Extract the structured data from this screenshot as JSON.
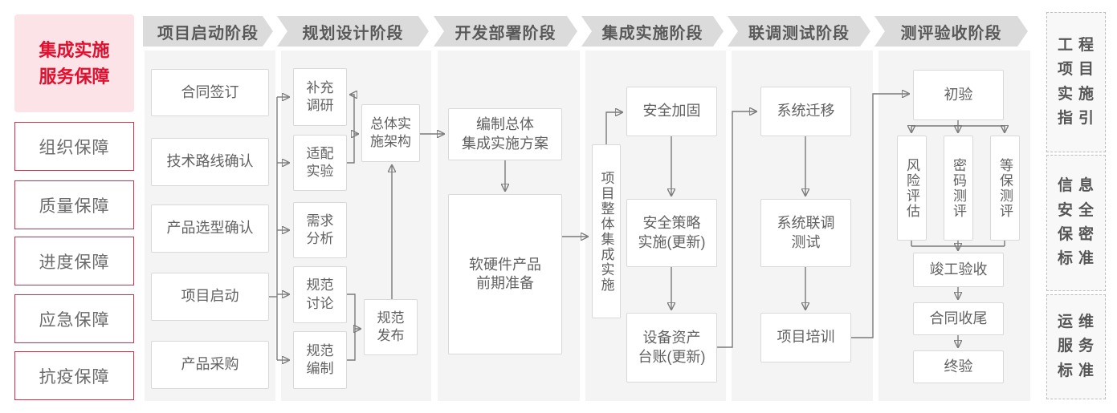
{
  "sidebar": {
    "title_text": "集成实施服务保障",
    "title_display": "集成实施\n服务保障",
    "items": [
      "组织保障",
      "质量保障",
      "进度保障",
      "应急保障",
      "抗疫保障"
    ]
  },
  "phases": [
    {
      "label": "项目启动阶段",
      "boxes": [
        "合同签订",
        "技术路线确认",
        "产品选型确认",
        "项目启动",
        "产品采购"
      ]
    },
    {
      "label": "规划设计阶段",
      "boxes": [
        "补充\n调研",
        "适配\n实验",
        "需求\n分析",
        "规范\n讨论",
        "规范\n编制",
        "总体实\n施架构",
        "规范\n发布"
      ]
    },
    {
      "label": "开发部署阶段",
      "boxes": [
        "编制总体\n集成实施方案",
        "软硬件产品\n前期准备"
      ]
    },
    {
      "label": "集成实施阶段",
      "boxes": [
        "项目整体集成实施",
        "安全加固",
        "安全策略\n实施(更新)",
        "设备资产\n台账(更新)"
      ]
    },
    {
      "label": "联调测试阶段",
      "boxes": [
        "系统迁移",
        "系统联调\n测试",
        "项目培训"
      ]
    },
    {
      "label": "测评验收阶段",
      "boxes": [
        "初验",
        "风险评估",
        "密码测评",
        "等保测评",
        "竣工验收",
        "合同收尾",
        "终验"
      ]
    }
  ],
  "standards": [
    {
      "text": "工程项目实施指引",
      "display": "工程\n项目\n实施\n指引"
    },
    {
      "text": "信息安全保密标准",
      "display": "信息\n安全\n保密\n标准"
    },
    {
      "text": "运维服务标准",
      "display": "运维\n服务\n标准"
    }
  ],
  "colors": {
    "accent_red": "#e40f2e",
    "pink_bg": "#fbe3e7",
    "red_border": "#c5374d",
    "header_bg": "#dbdbdc",
    "column_bg": "#f4f4f5",
    "box_border": "#d9d9d9",
    "text_gray": "#616161",
    "line": "#7a7a7a"
  }
}
